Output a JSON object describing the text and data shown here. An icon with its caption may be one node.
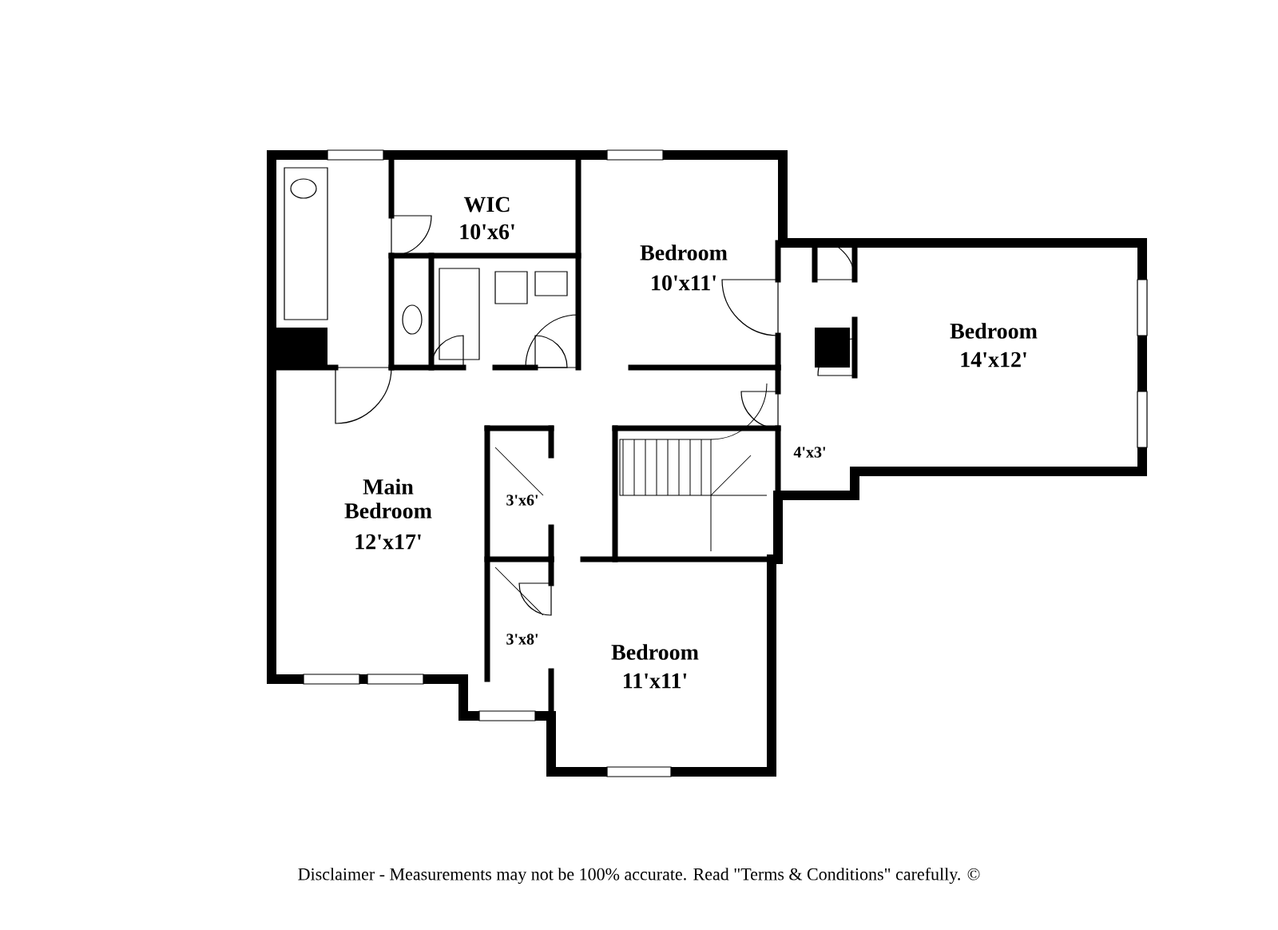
{
  "diagram": {
    "caption": "Disclaimer - Measurements may not be 100% accurate. Read \"Terms & Conditions\" carefully. ©",
    "labels": [
      "WIC",
      "10'x6'",
      "Bedroom",
      "10'x11'",
      "Bedroom",
      "14'x12'",
      "Main Bedroom",
      "12'x17'",
      "3'x6'",
      "4'x3'",
      "3'x8'",
      "Bedroom",
      "11'x11'"
    ]
  }
}
